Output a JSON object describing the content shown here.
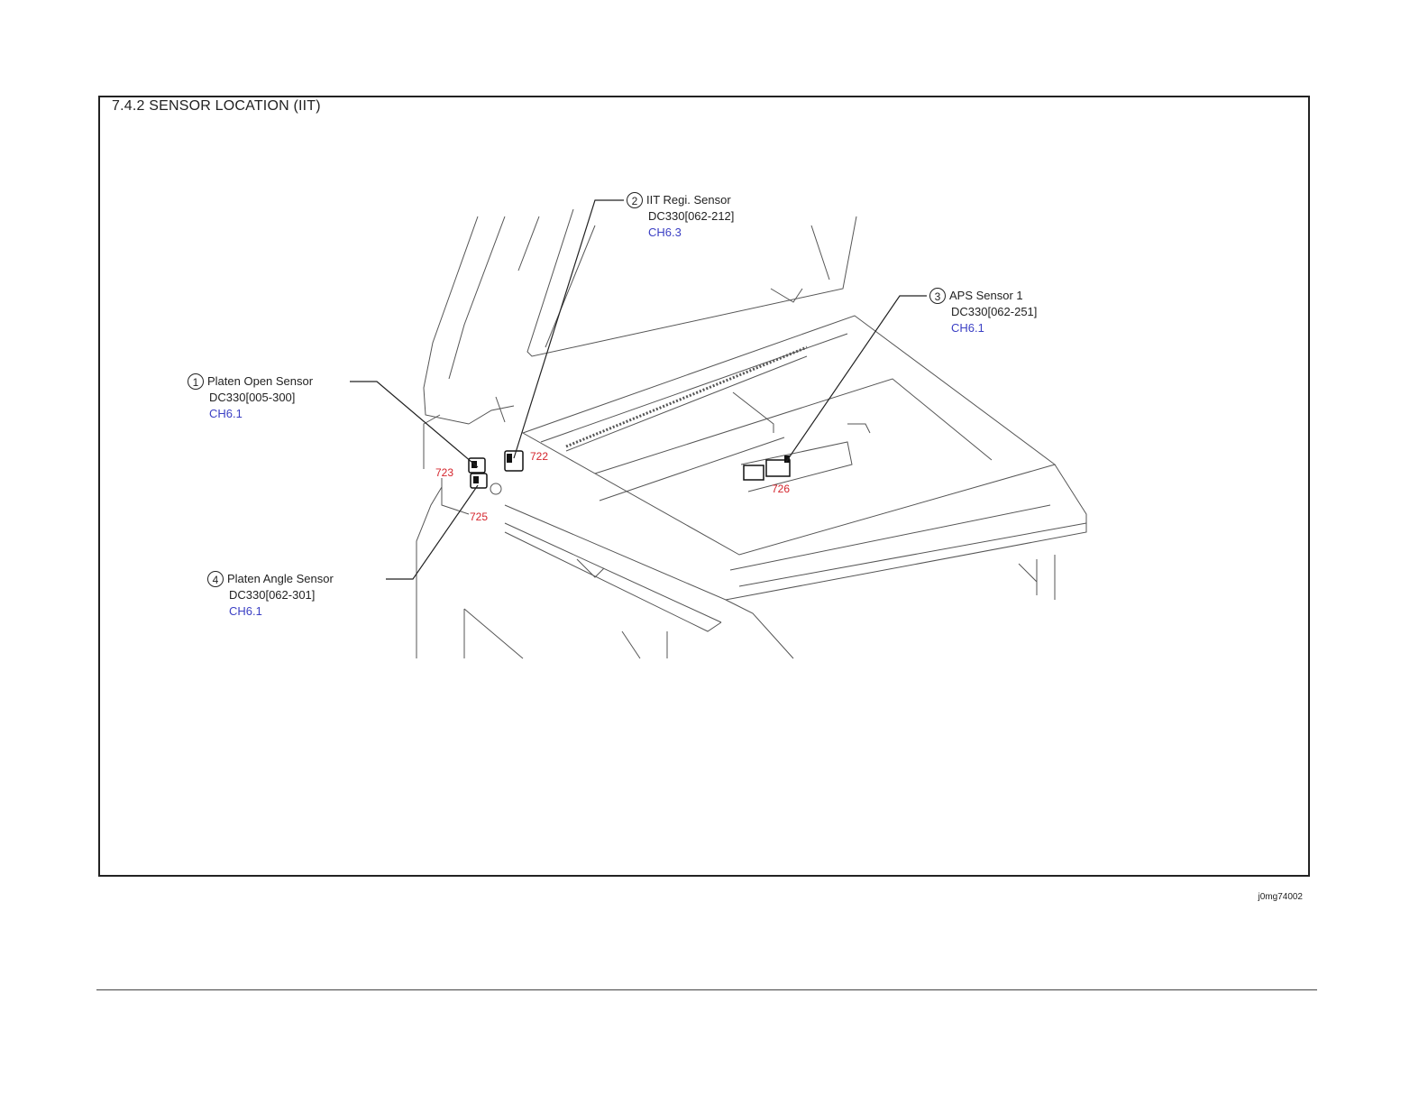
{
  "title": "7.4.2 SENSOR LOCATION (IIT)",
  "figure_id": "j0mg74002",
  "callouts": [
    {
      "number": "1",
      "name": "Platen Open Sensor",
      "dc": "DC330[005-300]",
      "ref": "CH6.1"
    },
    {
      "number": "2",
      "name": "IIT Regi. Sensor",
      "dc": "DC330[062-212]",
      "ref": "CH6.3"
    },
    {
      "number": "3",
      "name": "APS Sensor 1",
      "dc": "DC330[062-251]",
      "ref": "CH6.1"
    },
    {
      "number": "4",
      "name": "Platen Angle Sensor",
      "dc": "DC330[062-301]",
      "ref": "CH6.1"
    }
  ],
  "part_numbers": [
    "723",
    "722",
    "725",
    "726"
  ],
  "colors": {
    "ref_link": "#3b3fc4",
    "part_number": "#d4242c",
    "line": "#222222"
  }
}
